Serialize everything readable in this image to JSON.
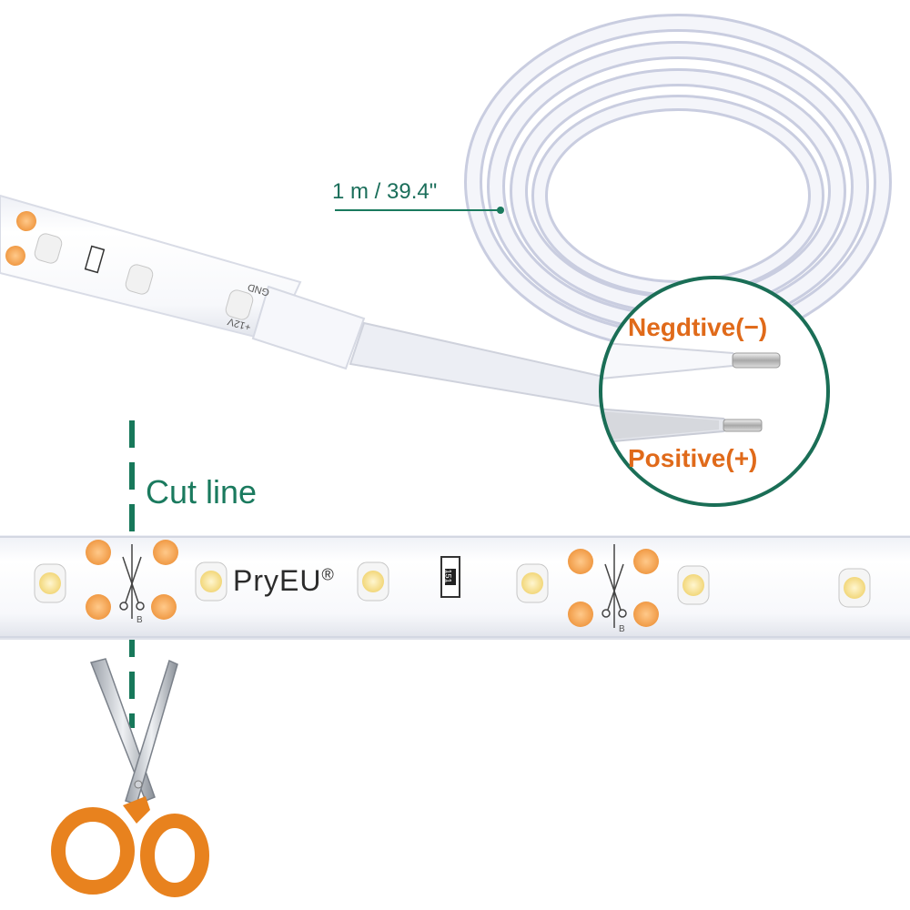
{
  "labels": {
    "cable_length": "1 m / 39.4\"",
    "cut_line": "Cut line",
    "brand": "PryEU",
    "brand_mark": "®",
    "negative": "Negdtive(−)",
    "positive": "Positive(+)",
    "pad_gnd": "GND",
    "pad_12v": "+12V",
    "resistor_code": "151",
    "pad_b": "B"
  },
  "colors": {
    "accent_green": "#1a7a5e",
    "label_orange": "#e06a1a",
    "led_warm": "#f4a95a",
    "led_white": "#fbe9a6",
    "scissor_handle": "#e8821e"
  },
  "icons": {
    "scissors": "scissors-icon",
    "cut_mark": "scissors-cut-mark-icon"
  }
}
